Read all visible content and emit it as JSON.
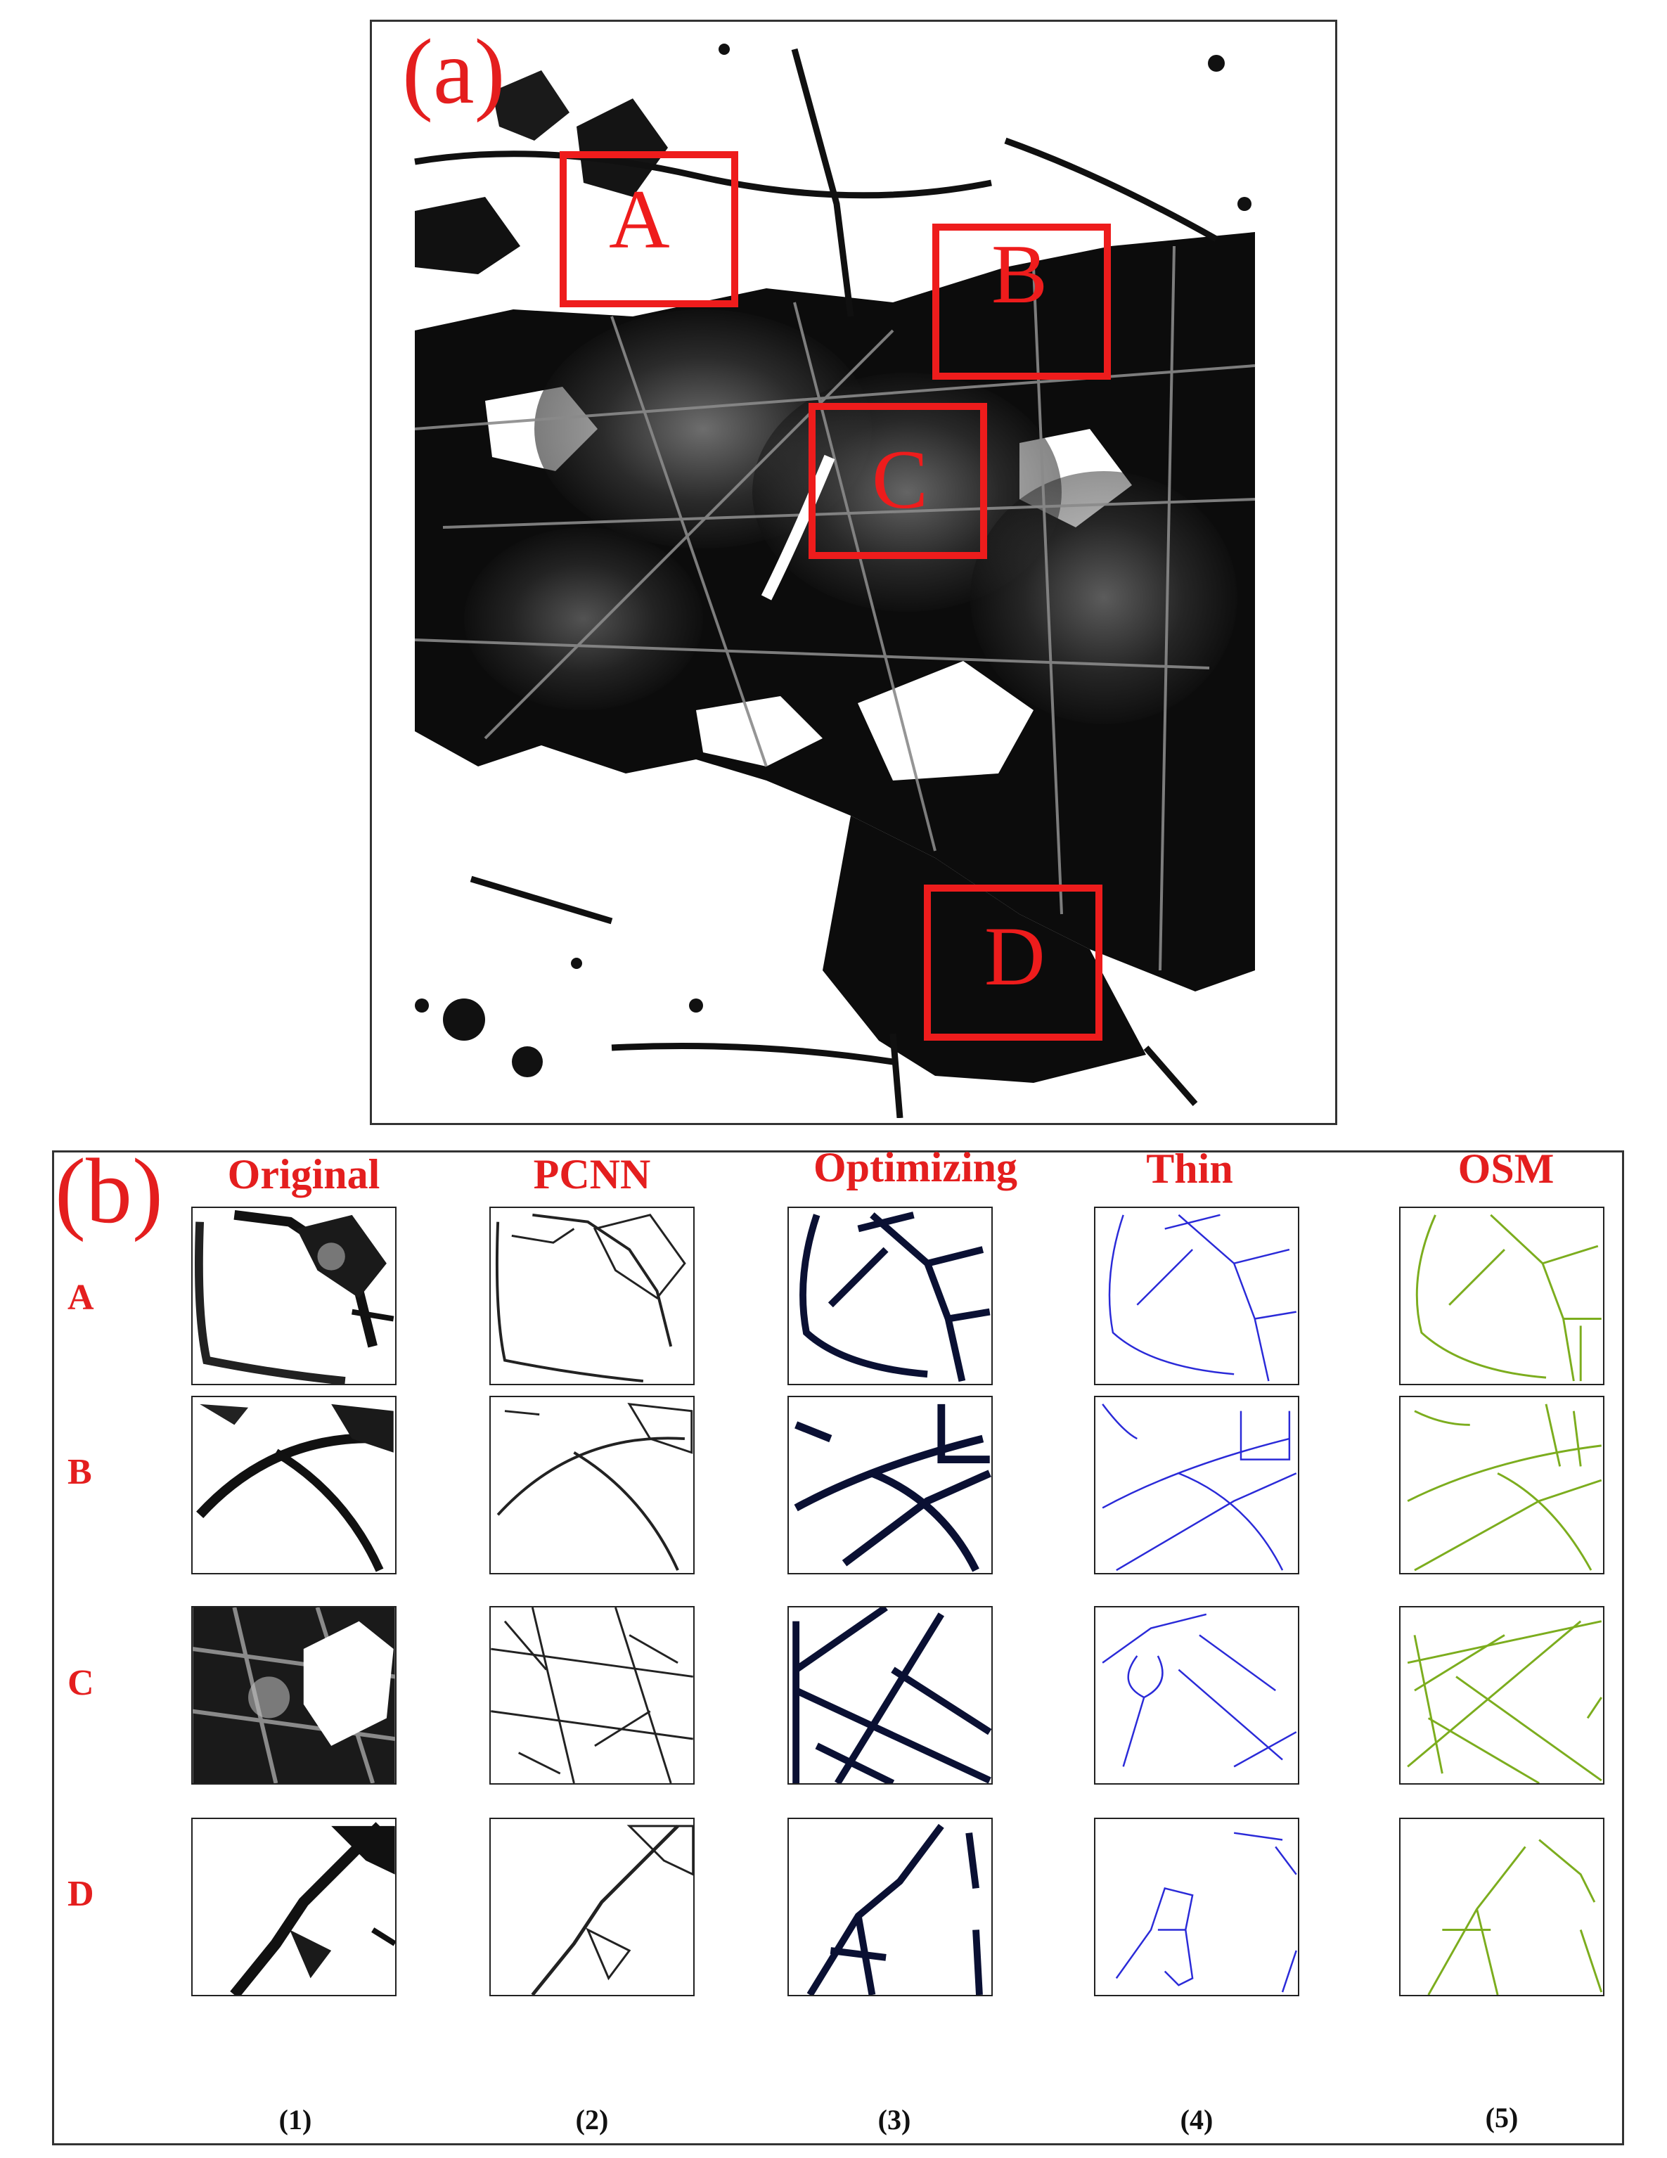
{
  "panel_a": {
    "label": "(a)",
    "regions": [
      {
        "id": "A",
        "label": "A"
      },
      {
        "id": "B",
        "label": "B"
      },
      {
        "id": "C",
        "label": "C"
      },
      {
        "id": "D",
        "label": "D"
      }
    ]
  },
  "panel_b": {
    "label": "(b)",
    "columns": [
      {
        "header": "Original",
        "number": "(1)"
      },
      {
        "header": "PCNN",
        "number": "(2)"
      },
      {
        "header": "Optimizing",
        "number": "(3)"
      },
      {
        "header": "Thin",
        "number": "(4)"
      },
      {
        "header": "OSM",
        "number": "(5)"
      }
    ],
    "rows": [
      "A",
      "B",
      "C",
      "D"
    ]
  },
  "colors": {
    "label_red": "#e41e1e",
    "box_red": "#ee1c1c",
    "optimizing_navy": "#0a1033",
    "thin_blue": "#2a2ad8",
    "osm_green": "#7cad1e"
  }
}
